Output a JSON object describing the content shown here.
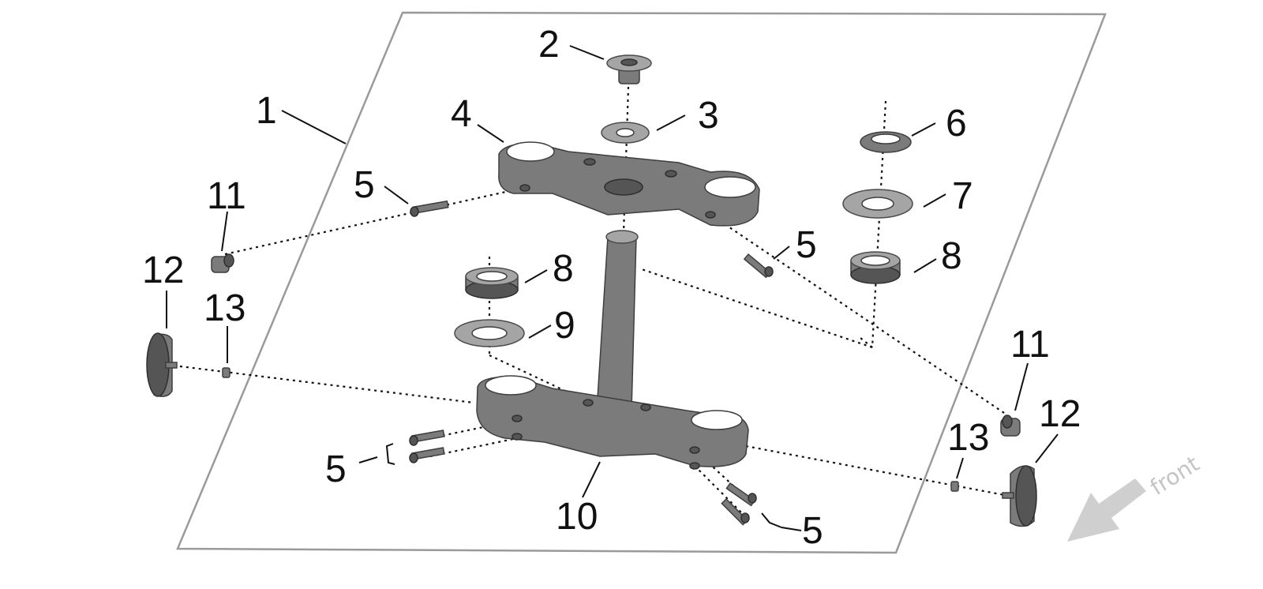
{
  "labels": {
    "frame": "1",
    "stem_nut": "2",
    "washer": "3",
    "upper_clamp": "4",
    "screw": "5",
    "adjusting_nut": "6",
    "dust_cover": "7",
    "bearing": "8",
    "seal_ring": "9",
    "lower_clamp": "10",
    "spacer": "11",
    "damper": "12",
    "nut_small": "13"
  },
  "front_label": "front",
  "colors": {
    "part_fill": "#7b7b7b",
    "part_dark": "#555555",
    "frame_stroke": "#9a9a9a",
    "arrow": "#cfcfcf"
  }
}
